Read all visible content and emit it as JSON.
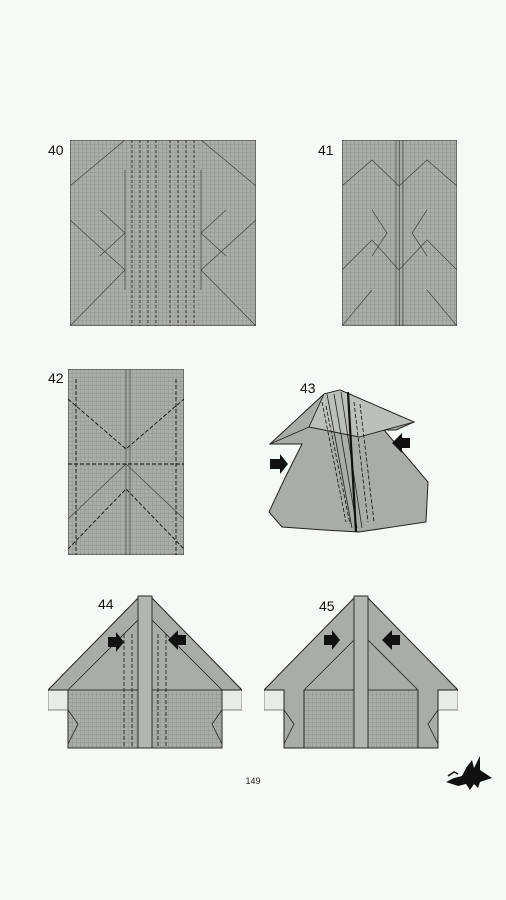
{
  "steps": [
    {
      "number": "40"
    },
    {
      "number": "41"
    },
    {
      "number": "42"
    },
    {
      "number": "43"
    },
    {
      "number": "44"
    },
    {
      "number": "45"
    }
  ],
  "page_number": "149",
  "colors": {
    "paper": "#a9aca8",
    "grid": "#7c807c",
    "line": "#2a2a2a",
    "background": "#f6faf6"
  },
  "logo_icon": "dragon-icon"
}
